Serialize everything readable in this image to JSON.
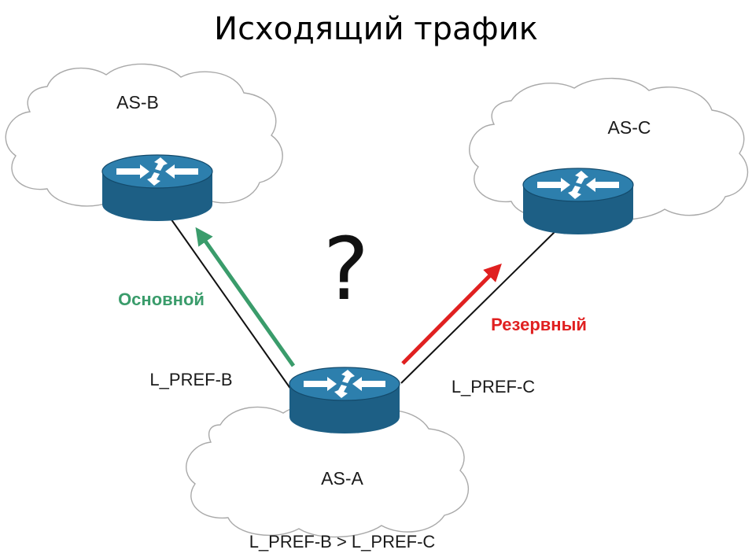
{
  "title": "Исходящий трафик",
  "question_mark": "?",
  "nodes": {
    "as_b": {
      "label": "AS-B"
    },
    "as_c": {
      "label": "AS-C"
    },
    "as_a": {
      "label": "AS-A"
    }
  },
  "links": {
    "primary": {
      "label": "Основной",
      "pref": "L_PREF-B",
      "color": "#3a9c6b"
    },
    "backup": {
      "label": "Резервный",
      "pref": "L_PREF-C",
      "color": "#e02020"
    }
  },
  "condition": "L_PREF-B > L_PREF-C",
  "icons": {
    "router": "router-icon",
    "cloud": "cloud-icon"
  }
}
